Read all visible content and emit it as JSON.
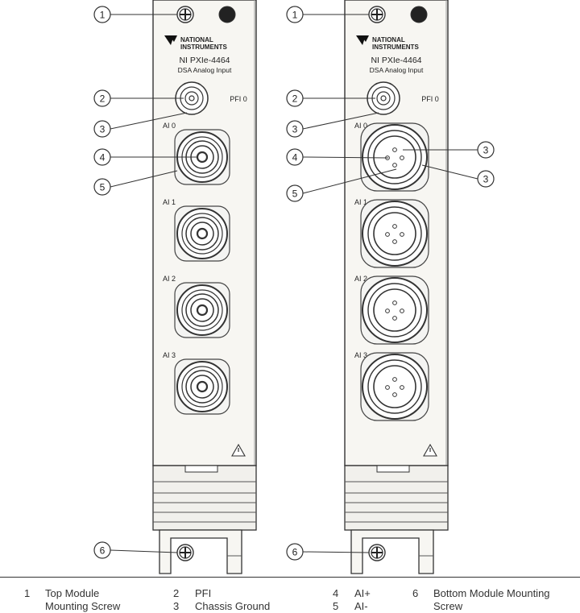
{
  "modules": [
    {
      "brand_line1": "NATIONAL",
      "brand_line2": "INSTRUMENTS",
      "model": "NI PXIe-4464",
      "subtitle": "DSA Analog Input",
      "pfi_label": "PFI 0",
      "channel_labels": [
        "AI 0",
        "AI 1",
        "AI 2",
        "AI 3"
      ],
      "connector_type": "BNC",
      "callouts": [
        "1",
        "2",
        "3",
        "4",
        "5",
        "6"
      ]
    },
    {
      "brand_line1": "NATIONAL",
      "brand_line2": "INSTRUMENTS",
      "model": "NI PXIe-4464",
      "subtitle": "DSA Analog Input",
      "pfi_label": "PFI 0",
      "channel_labels": [
        "AI 0",
        "AI 1",
        "AI 2",
        "AI 3"
      ],
      "connector_type": "LEMO",
      "callouts": [
        "1",
        "2",
        "3",
        "4",
        "5",
        "6",
        "3",
        "3"
      ]
    }
  ],
  "warning_icon": "warning-triangle-icon",
  "legend": [
    {
      "num": "1",
      "line1": "Top Module",
      "line2": "Mounting Screw"
    },
    {
      "num": "2",
      "line1": "PFI",
      "line2": ""
    },
    {
      "num": "3",
      "line1": "Chassis Ground",
      "line2": ""
    },
    {
      "num": "4",
      "line1": "AI+",
      "line2": ""
    },
    {
      "num": "5",
      "line1": "AI-",
      "line2": ""
    },
    {
      "num": "6",
      "line1": "Bottom Module Mounting",
      "line2": "Screw"
    }
  ]
}
